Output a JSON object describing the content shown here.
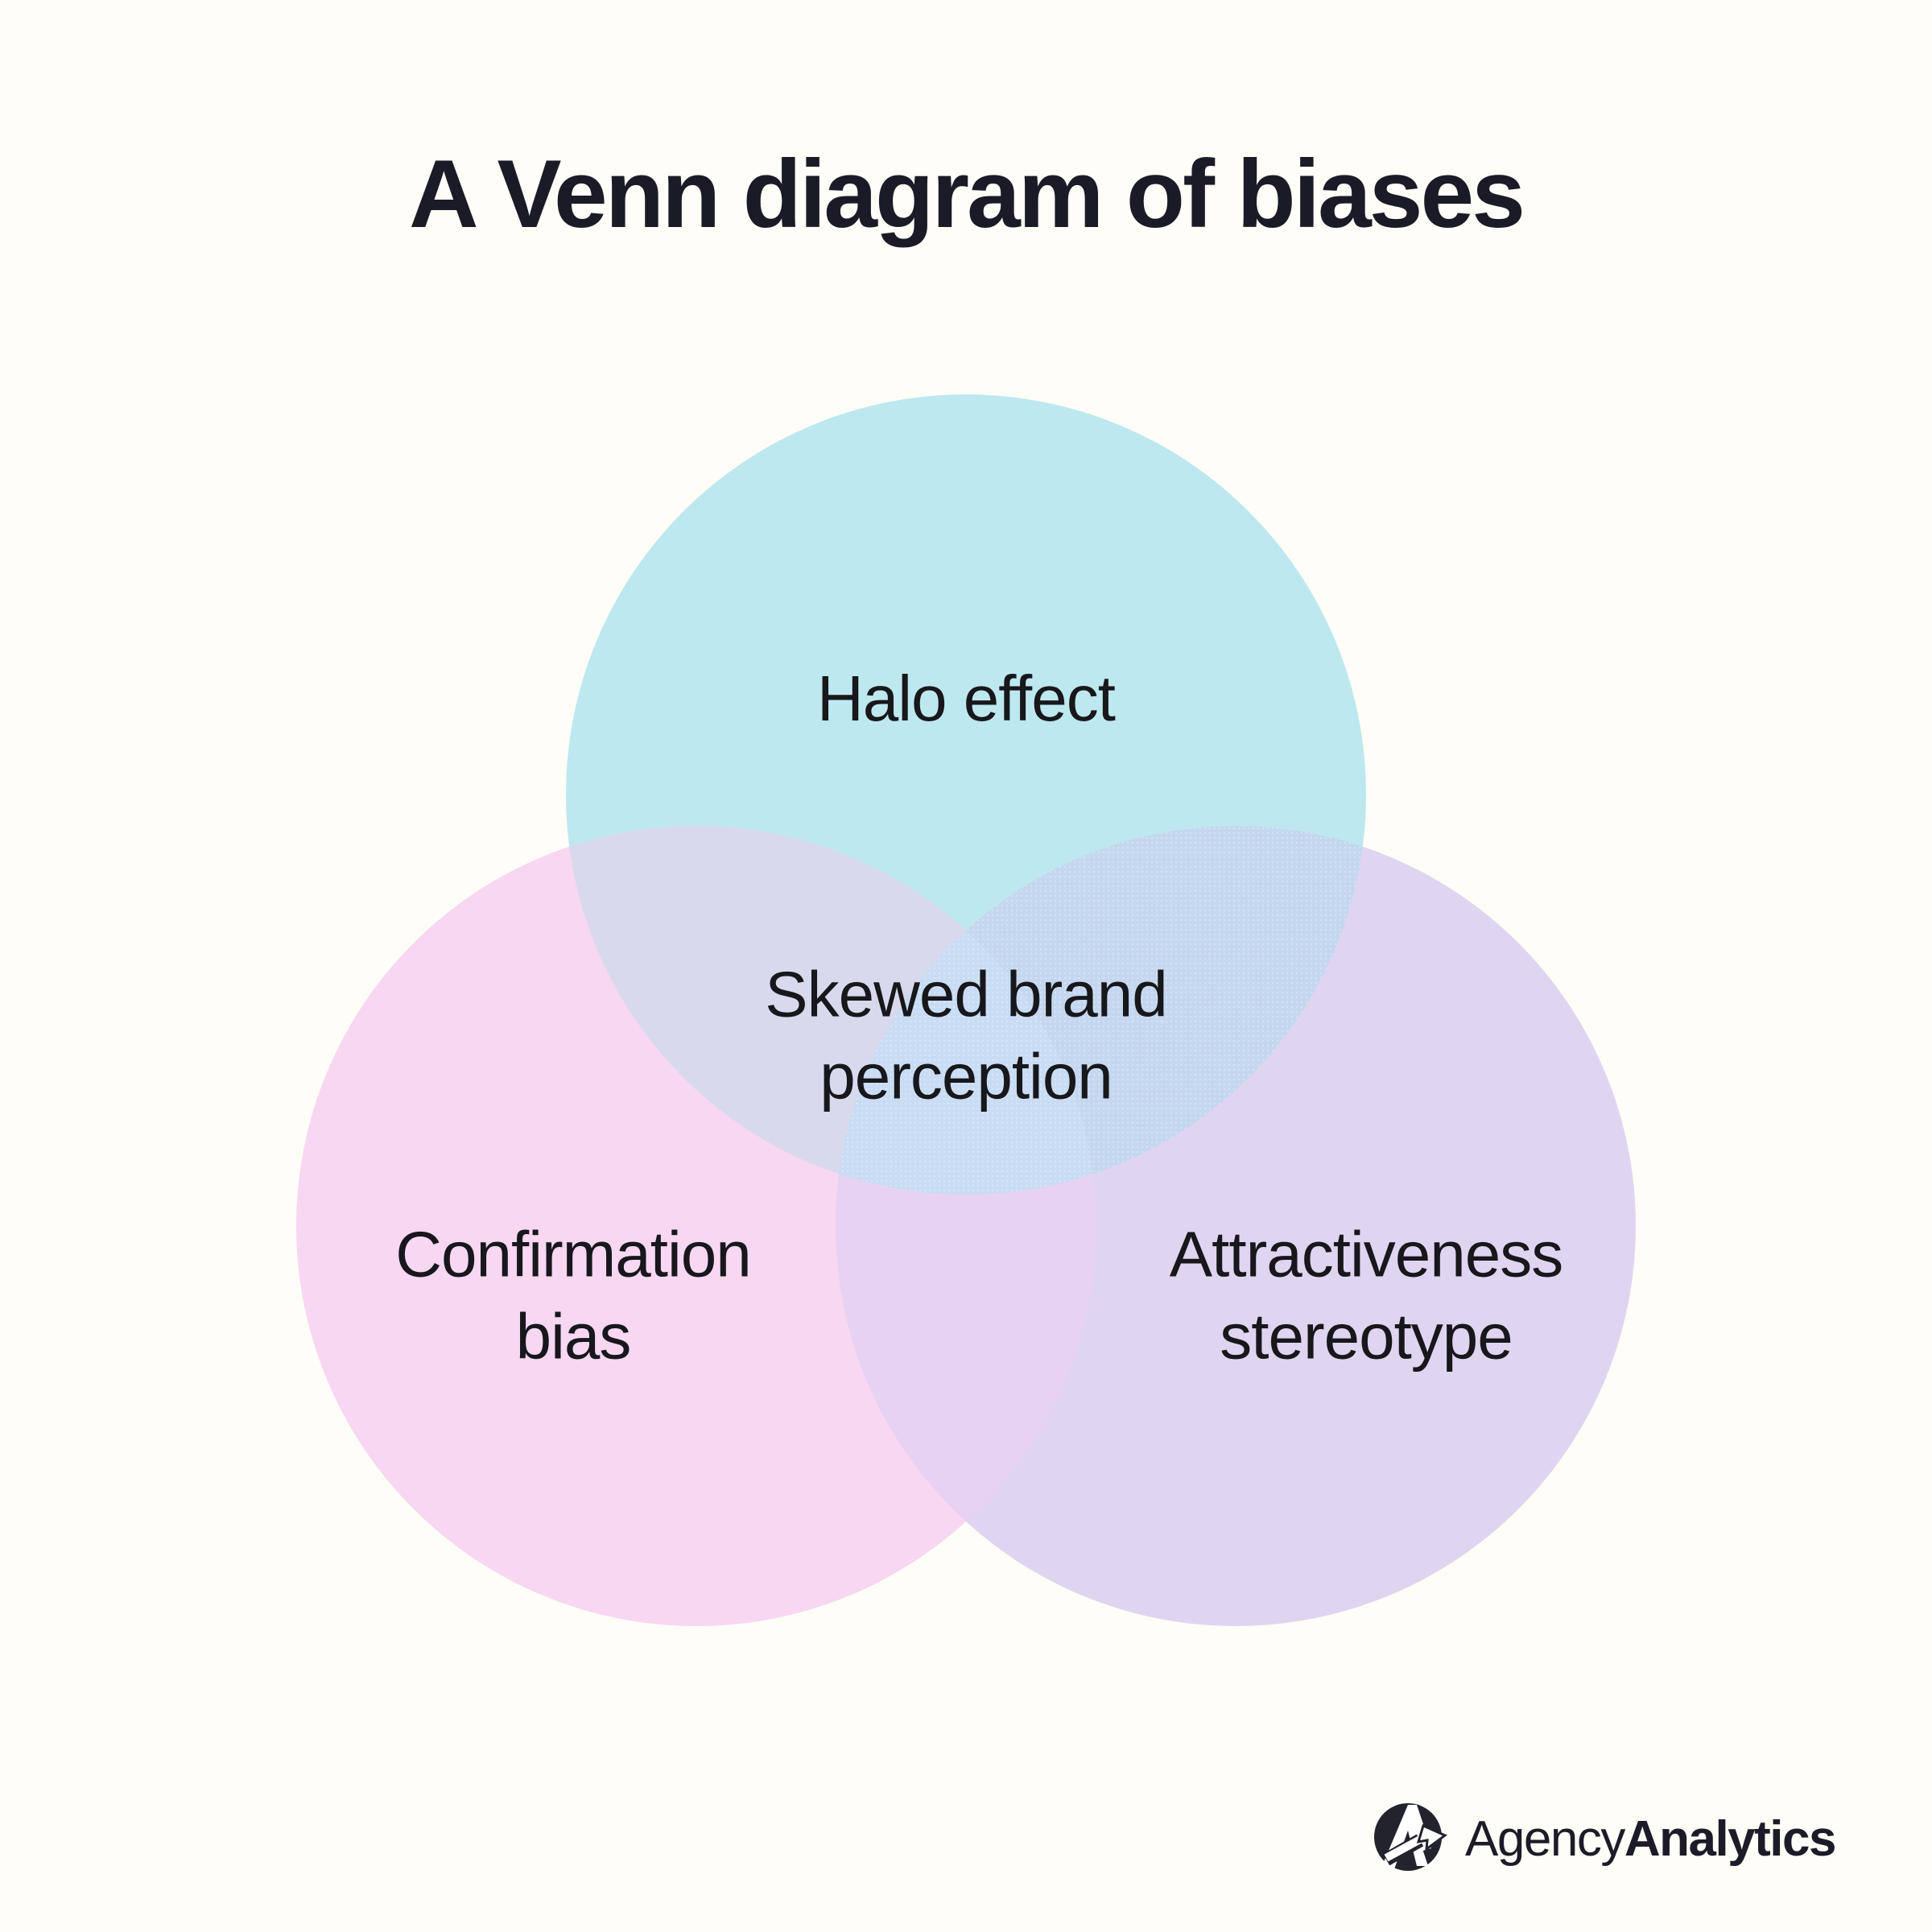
{
  "title": "A Venn diagram of biases",
  "diagram": {
    "type": "venn",
    "circles": [
      {
        "id": "halo-effect",
        "label": "Halo effect",
        "color": "#BDE8EF"
      },
      {
        "id": "confirmation-bias",
        "label": "Confirmation bias",
        "color": "#F8D7F3"
      },
      {
        "id": "attractiveness-stereotype",
        "label": "Attractiveness stereotype",
        "color": "#DFD5F1"
      }
    ],
    "overlaps": {
      "halo_confirmation": "#D9D9EE",
      "halo_attractiveness": "#C4D7EF",
      "confirmation_attractiveness": "#E8D2F2",
      "center": "#C8DCF3"
    },
    "center_label": "Skewed brand perception"
  },
  "colors": {
    "background": "#FFFDF7",
    "title_text": "#1B1B27",
    "label_text": "#17171C",
    "logo_text": "#1C1C28",
    "logo_mark": "#23232E"
  },
  "logo": {
    "brand_regular": "Agency",
    "brand_bold": "Analytics"
  }
}
